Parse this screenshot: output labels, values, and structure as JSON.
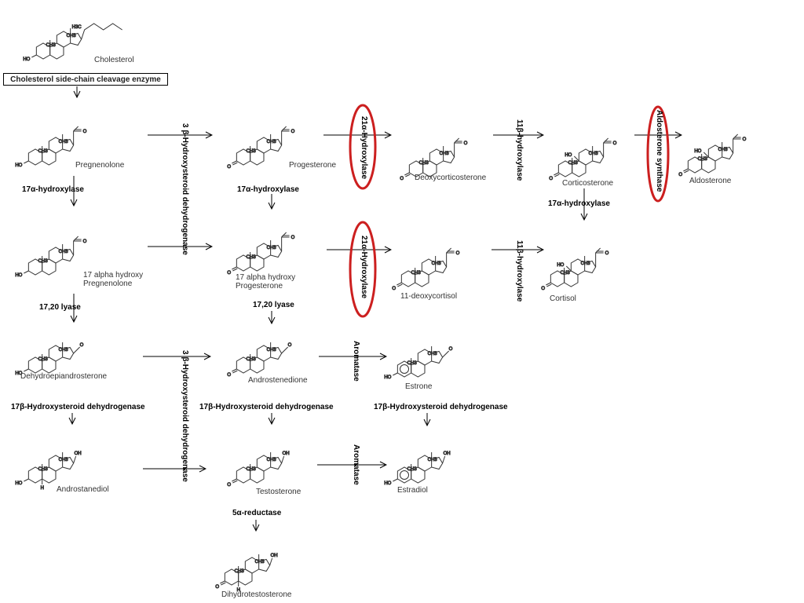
{
  "compounds": {
    "cholesterol": "Cholesterol",
    "pregnenolone": "Pregnenolone",
    "hydroxy_pregnenolone_1": "17 alpha hydroxy",
    "hydroxy_pregnenolone_2": "Pregnenolone",
    "dhea": "Dehydroepiandrosterone",
    "androstanediol": "Androstanediol",
    "progesterone": "Progesterone",
    "hydroxy_progesterone_1": "17 alpha hydroxy",
    "hydroxy_progesterone_2": "Progesterone",
    "androstenedione": "Androstenedione",
    "testosterone": "Testosterone",
    "dht": "Dihydrotestosterone",
    "deoxycorticosterone": "Deoxycorticosterone",
    "deoxycortisol": "11-deoxycortisol",
    "estrone": "Estrone",
    "estradiol": "Estradiol",
    "corticosterone": "Corticosterone",
    "cortisol": "Cortisol",
    "aldosterone": "Aldosterone"
  },
  "enzymes": {
    "side_chain_cleavage": "Cholesterol side-chain cleavage enzyme",
    "hydroxylase_17a_1": "17α-hydroxylase",
    "hydroxylase_17a_2": "17α-hydroxylase",
    "hydroxylase_17a_3": "17α-hydroxylase",
    "lyase_1": "17,20 lyase",
    "lyase_2": "17,20 lyase",
    "hsd17b_1": "17β-Hydroxysteroid dehydrogenase",
    "hsd17b_2": "17β-Hydroxysteroid dehydrogenase",
    "hsd17b_3": "17β-Hydroxysteroid dehydrogenase",
    "reductase_5a": "5α-reductase",
    "hsd3b_upper": "3 β-Hydroxysteroid dehydrogenase",
    "hsd3b_lower": "3 β-Hydroxysteroid dehydrogenase",
    "hydroxylase_21a_1": "21α-Hydroxylase",
    "hydroxylase_21a_2": "21α-Hydroxylase",
    "hydroxylase_11b_1": "11β-hydroxylase",
    "hydroxylase_11b_2": "11β-hydroxylase",
    "aromatase_1": "Aromatase",
    "aromatase_2": "Aromatase",
    "aldosterone_synthase": "Aldosterone synthase"
  },
  "atom_labels": {
    "ch3": "CH3",
    "h3c": "H3C",
    "ho": "HO",
    "oh": "OH",
    "o": "O",
    "h": "H"
  },
  "colors": {
    "highlight_ring": "#cc1f1f",
    "line": "#000000",
    "bond": "#333333"
  }
}
